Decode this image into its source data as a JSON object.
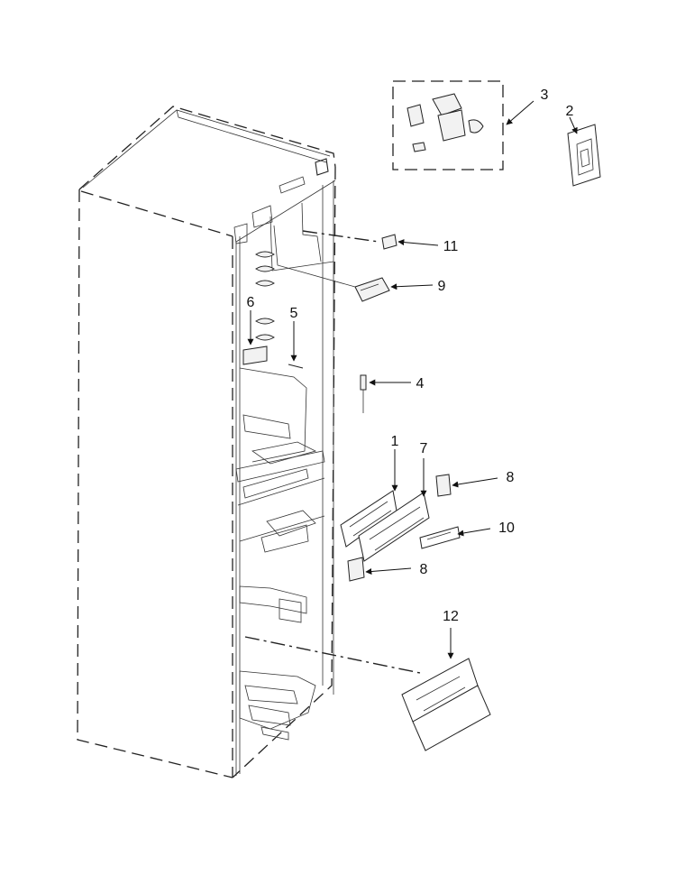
{
  "callouts": {
    "c1": "1",
    "c2": "2",
    "c3": "3",
    "c4": "4",
    "c5": "5",
    "c6": "6",
    "c7": "7",
    "c8a": "8",
    "c8b": "8",
    "c9": "9",
    "c10": "10",
    "c11": "11",
    "c12": "12"
  }
}
